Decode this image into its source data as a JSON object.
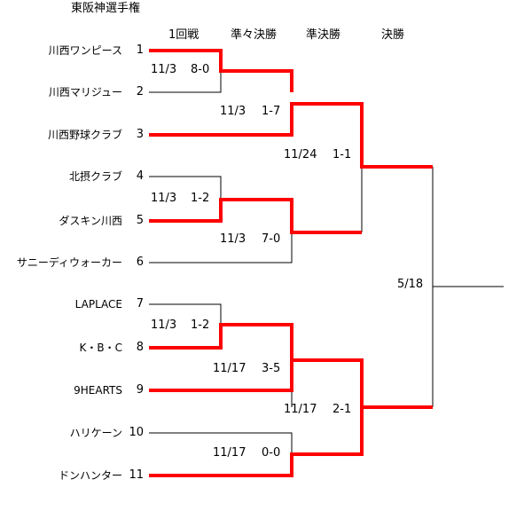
{
  "title": "東阪神選手権",
  "rounds": [
    "1回戦",
    "準々決勝",
    "準決勝",
    "決勝"
  ],
  "teams": [
    {
      "name": "川西ワンピース",
      "seed": "1"
    },
    {
      "name": "川西マリジュー",
      "seed": "2"
    },
    {
      "name": "川西野球クラブ",
      "seed": "3"
    },
    {
      "name": "北摂クラブ",
      "seed": "4"
    },
    {
      "name": "ダスキン川西",
      "seed": "5"
    },
    {
      "name": "サニーディウォーカー",
      "seed": "6"
    },
    {
      "name": "LAPLACE",
      "seed": "7"
    },
    {
      "name": "K・B・C",
      "seed": "8"
    },
    {
      "name": "9HEARTS",
      "seed": "9"
    },
    {
      "name": "ハリケーン",
      "seed": "10"
    },
    {
      "name": "ドンハンター",
      "seed": "11"
    }
  ],
  "matches": {
    "r1_1_2": {
      "date": "11/3",
      "score": "8-0"
    },
    "qf_a": {
      "date": "11/3",
      "score": "1-7"
    },
    "r1_4_5": {
      "date": "11/3",
      "score": "1-2"
    },
    "qf_b": {
      "date": "11/3",
      "score": "7-0"
    },
    "sf_top": {
      "date": "11/24",
      "score": "1-1"
    },
    "r1_7_8": {
      "date": "11/3",
      "score": "1-2"
    },
    "qf_c": {
      "date": "11/17",
      "score": "3-5"
    },
    "r1_10_11": {
      "date": "11/17",
      "score": "0-0"
    },
    "sf_bottom": {
      "date": "11/17",
      "score": "2-1"
    },
    "final": {
      "date": "5/18",
      "score": ""
    }
  },
  "colors": {
    "win": "#ff0000",
    "line": "#000000"
  }
}
